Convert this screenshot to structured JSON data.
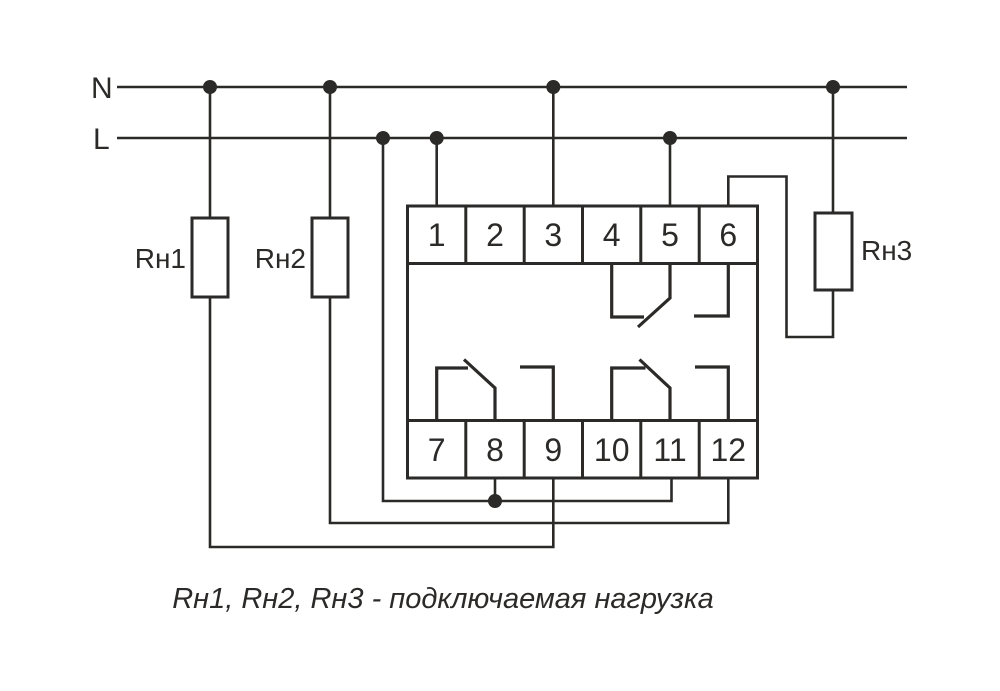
{
  "labels": {
    "neutral": "N",
    "line": "L"
  },
  "loads": [
    {
      "label": "Rн1"
    },
    {
      "label": "Rн2"
    },
    {
      "label": "Rн3"
    }
  ],
  "relay": {
    "top_terminals": [
      "1",
      "2",
      "3",
      "4",
      "5",
      "6"
    ],
    "bottom_terminals": [
      "7",
      "8",
      "9",
      "10",
      "11",
      "12"
    ]
  },
  "caption": "Rн1, Rн2, Rн3 - подключаемая нагрузка",
  "colors": {
    "line": "#2b2a29",
    "background": "#ffffff"
  }
}
